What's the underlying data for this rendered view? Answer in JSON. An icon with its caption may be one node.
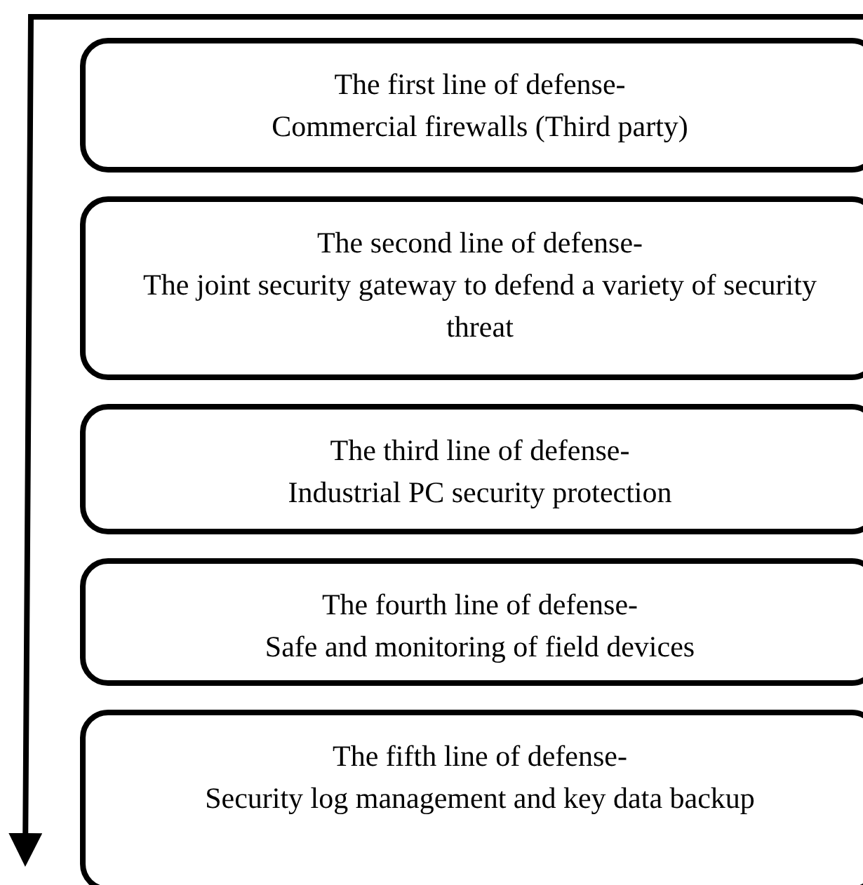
{
  "diagram": {
    "nodes": [
      {
        "text": [
          "The first line of defense-",
          "Commercial firewalls (Third party)"
        ]
      },
      {
        "text": [
          "The second line of defense-",
          "The joint security gateway to defend a variety of security threat"
        ]
      },
      {
        "text": [
          "The third line of defense-",
          "Industrial PC security protection"
        ]
      },
      {
        "text": [
          "The fourth line of defense-",
          "Safe and monitoring of field devices"
        ]
      },
      {
        "text": [
          "The fifth line of defense-",
          "Security log management and key data backup"
        ]
      }
    ]
  }
}
